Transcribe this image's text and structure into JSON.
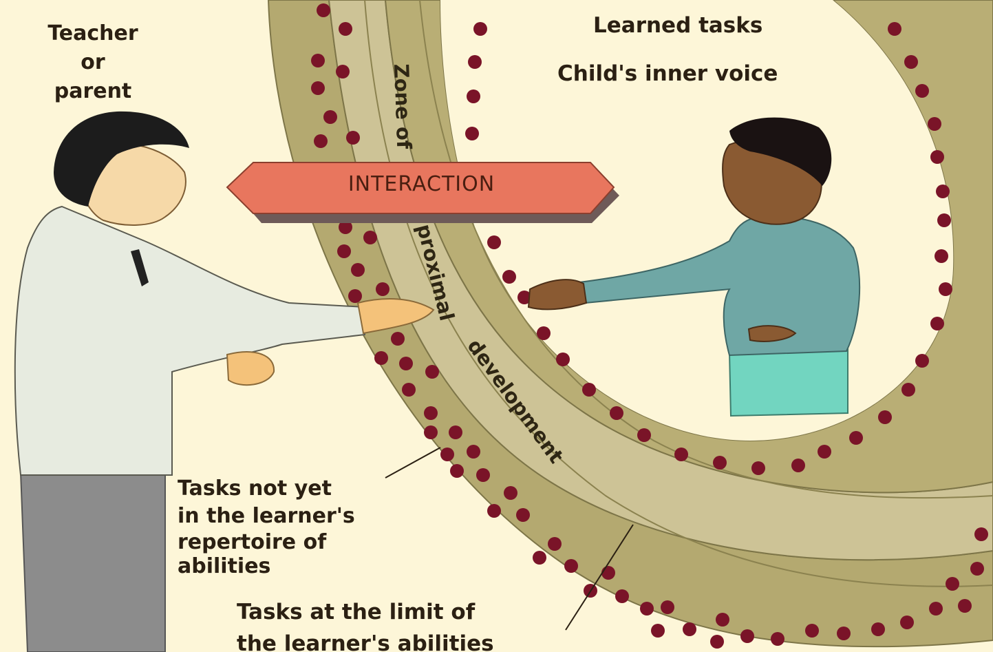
{
  "labels": {
    "teacher": [
      "Teacher",
      "or",
      "parent"
    ],
    "learned_tasks": "Learned tasks",
    "inner_voice": "Child's inner voice",
    "interaction": "INTERACTION",
    "zone": {
      "part1": "Zone of",
      "part2": "proximal",
      "part3": "development"
    },
    "tasks_not_yet": [
      "Tasks not yet",
      "in the learner's",
      "repertoire of",
      "abilities"
    ],
    "tasks_limit": [
      "Tasks at the limit of",
      "the learner's abilities"
    ]
  },
  "colors": {
    "background": "#fdf6d8",
    "band_dark": "#b4a970",
    "band_light": "#cdc396",
    "dots": "#7a1428",
    "arrow": "#e8765e",
    "child_shirt": "#6fa7a5",
    "child_pants": "#72d5c0",
    "teacher_jacket": "#e7ebe0",
    "teacher_trousers": "#8c8c8c"
  }
}
